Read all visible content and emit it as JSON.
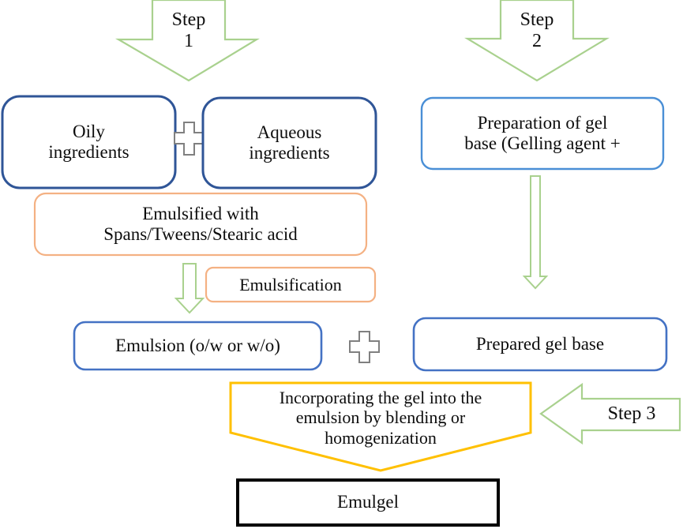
{
  "diagram": {
    "title": "Emulgel preparation flowchart",
    "colors": {
      "blue_box_border": "#4472c4",
      "dark_blue_border": "#2f5597",
      "green_arrow": "#a9d18e",
      "orange_box_border": "#f4b183",
      "yellow_pentagon": "#ffc000",
      "black_box_border": "#000000",
      "plus_sign": "#808080",
      "text": "#0d0d0d"
    },
    "steps": [
      {
        "name": "step-1-arrow",
        "label": "Step\n1"
      },
      {
        "name": "step-2-arrow",
        "label": "Step\n2"
      },
      {
        "name": "step-3-arrow",
        "label": "Step 3"
      }
    ],
    "nodes": [
      {
        "name": "oily-ingredients-box",
        "label": "Oily\ningredients"
      },
      {
        "name": "aqueous-ingredients-box",
        "label": "Aqueous\ningredients"
      },
      {
        "name": "gel-base-prep-box",
        "label": "Preparation of gel\nbase (Gelling agent +"
      },
      {
        "name": "emulsified-with-box",
        "label": "Emulsified with\nSpans/Tweens/Stearic acid"
      },
      {
        "name": "emulsification-box",
        "label": "Emulsification"
      },
      {
        "name": "emulsion-box",
        "label": "Emulsion (o/w or w/o)"
      },
      {
        "name": "prepared-gel-base-box",
        "label": "Prepared gel base"
      },
      {
        "name": "incorporating-pentagon",
        "label": "Incorporating the gel into the\nemulsion by blending or\nhomogenization"
      },
      {
        "name": "emulgel-box",
        "label": "Emulgel"
      }
    ],
    "connectors": [
      {
        "name": "plus-sign-top",
        "label": "+"
      },
      {
        "name": "plus-sign-bottom",
        "label": "+"
      },
      {
        "name": "gel-base-down-arrow",
        "label": ""
      },
      {
        "name": "emulsification-down-arrow",
        "label": ""
      }
    ]
  }
}
